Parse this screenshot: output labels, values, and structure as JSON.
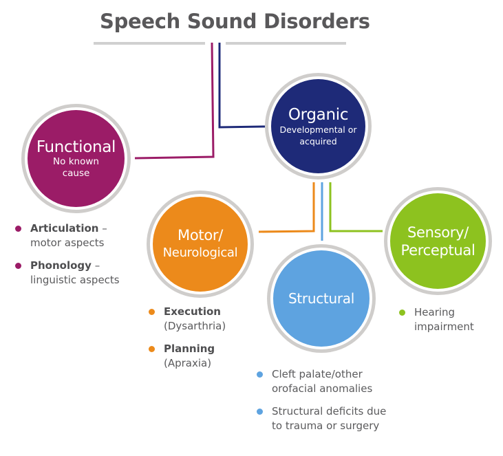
{
  "title": "Speech Sound Disorders",
  "colors": {
    "functional": "#9b1c67",
    "organic": "#1e2a78",
    "motor": "#ec8a1b",
    "structural": "#5ea3e0",
    "sensory": "#8dc21f",
    "ring": "#cfcdcb",
    "title_rule": "#d0d0d0"
  },
  "nodes": {
    "functional": {
      "title": "Functional",
      "subtitle_line1": "No known",
      "subtitle_line2": "cause"
    },
    "organic": {
      "title": "Organic",
      "subtitle_line1": "Developmental or",
      "subtitle_line2": "acquired"
    },
    "motor": {
      "title_line1": "Motor/",
      "title_line2": "Neurological"
    },
    "structural": {
      "title": "Structural"
    },
    "sensory": {
      "title_line1": "Sensory/",
      "title_line2": "Perceptual"
    }
  },
  "functional_items": [
    {
      "bold": "Articulation",
      "suffix": " –",
      "line2": "motor aspects"
    },
    {
      "bold": "Phonology",
      "suffix": " –",
      "line2": "linguistic aspects"
    }
  ],
  "motor_items": [
    {
      "bold": "Execution",
      "line2": "(Dysarthria)"
    },
    {
      "bold": "Planning",
      "line2": "(Apraxia)"
    }
  ],
  "structural_items": [
    {
      "line1": "Cleft palate/other",
      "line2": "orofacial anomalies"
    },
    {
      "line1": "Structural deficits due",
      "line2": "to trauma or surgery"
    }
  ],
  "sensory_items": [
    {
      "line1": "Hearing",
      "line2": "impairment"
    }
  ]
}
